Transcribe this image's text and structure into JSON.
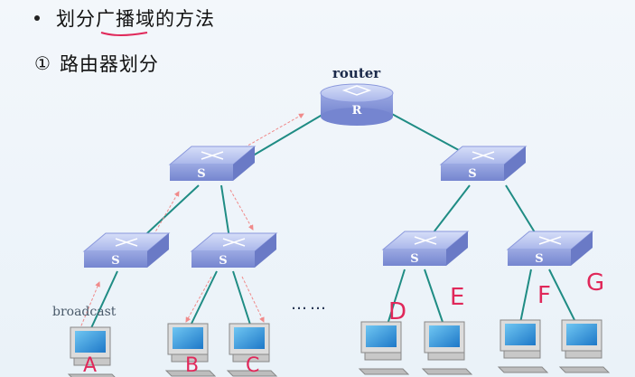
{
  "slide": {
    "title": "划分广播域的方法",
    "subtitle_number": "①",
    "subtitle": "路由器划分",
    "router_label": "router",
    "router_glyph": "R",
    "switch_glyph": "S",
    "broadcast_label": "broadcast",
    "ellipsis": "……",
    "hand_letters": [
      "A",
      "B",
      "C",
      "D",
      "E",
      "F",
      "G"
    ]
  },
  "colors": {
    "device_top": "#b8c4ee",
    "device_side": "#8796d8",
    "link": "#1f8c84",
    "arrow": "#f08a8a",
    "handwriting": "#e0285a"
  }
}
